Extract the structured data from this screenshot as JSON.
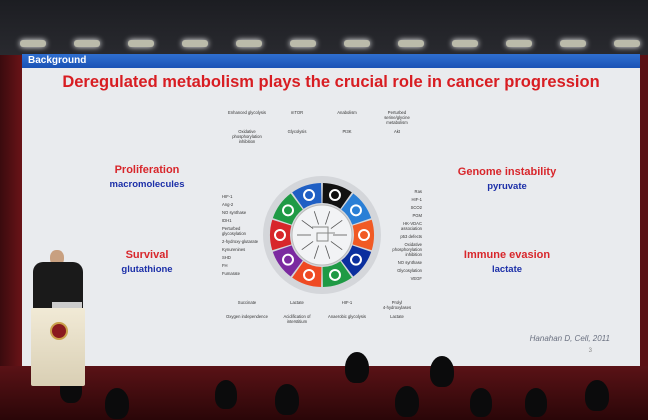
{
  "slide": {
    "section": "Background",
    "title": "Deregulated metabolism plays the crucial role in cancer progression",
    "quadrants": [
      {
        "heading": "Proliferation",
        "sub": "macromolecules"
      },
      {
        "heading": "Genome instability",
        "sub": "pyruvate"
      },
      {
        "heading": "Survival",
        "sub": "glutathione"
      },
      {
        "heading": "Immune evasion",
        "sub": "lactate"
      }
    ],
    "citation": "Hanahan D, Cell, 2011",
    "page": "3"
  },
  "diagram": {
    "segment_colors": [
      "#111111",
      "#2a7fd6",
      "#f15a24",
      "#0b2f9e",
      "#1f9a45",
      "#ef4a23",
      "#7b2aa0",
      "#d7262b",
      "#1f9a45",
      "#1f5fc4"
    ],
    "labels": [
      "Enhanced glycolysis",
      "mTOR",
      "Anabolism",
      "Perturbed serine/glycine metabolism",
      "Oxidative phosphorylation inhibition",
      "Glycolysis",
      "PI3K",
      "Akt",
      "Ras",
      "HIF-1",
      "SCO2",
      "PGM",
      "HK-VDAC association",
      "p53 defects",
      "Oxidative phosphorylation inhibition",
      "NO synthase",
      "Glycosylation",
      "VEGF",
      "HIF-1",
      "Ang-2",
      "NO synthase",
      "IDH1",
      "Perturbed glycosylation",
      "2-hydroxy-glutarate",
      "Kynurenines",
      "SHD",
      "FH",
      "Fumarate",
      "Succinate",
      "Lactate",
      "HIF-1",
      "Prolyl 4-hydroxylases",
      "Oxygen independence",
      "Acidification of interstitium",
      "Anaerobic glycolysis",
      "Lactate"
    ]
  }
}
